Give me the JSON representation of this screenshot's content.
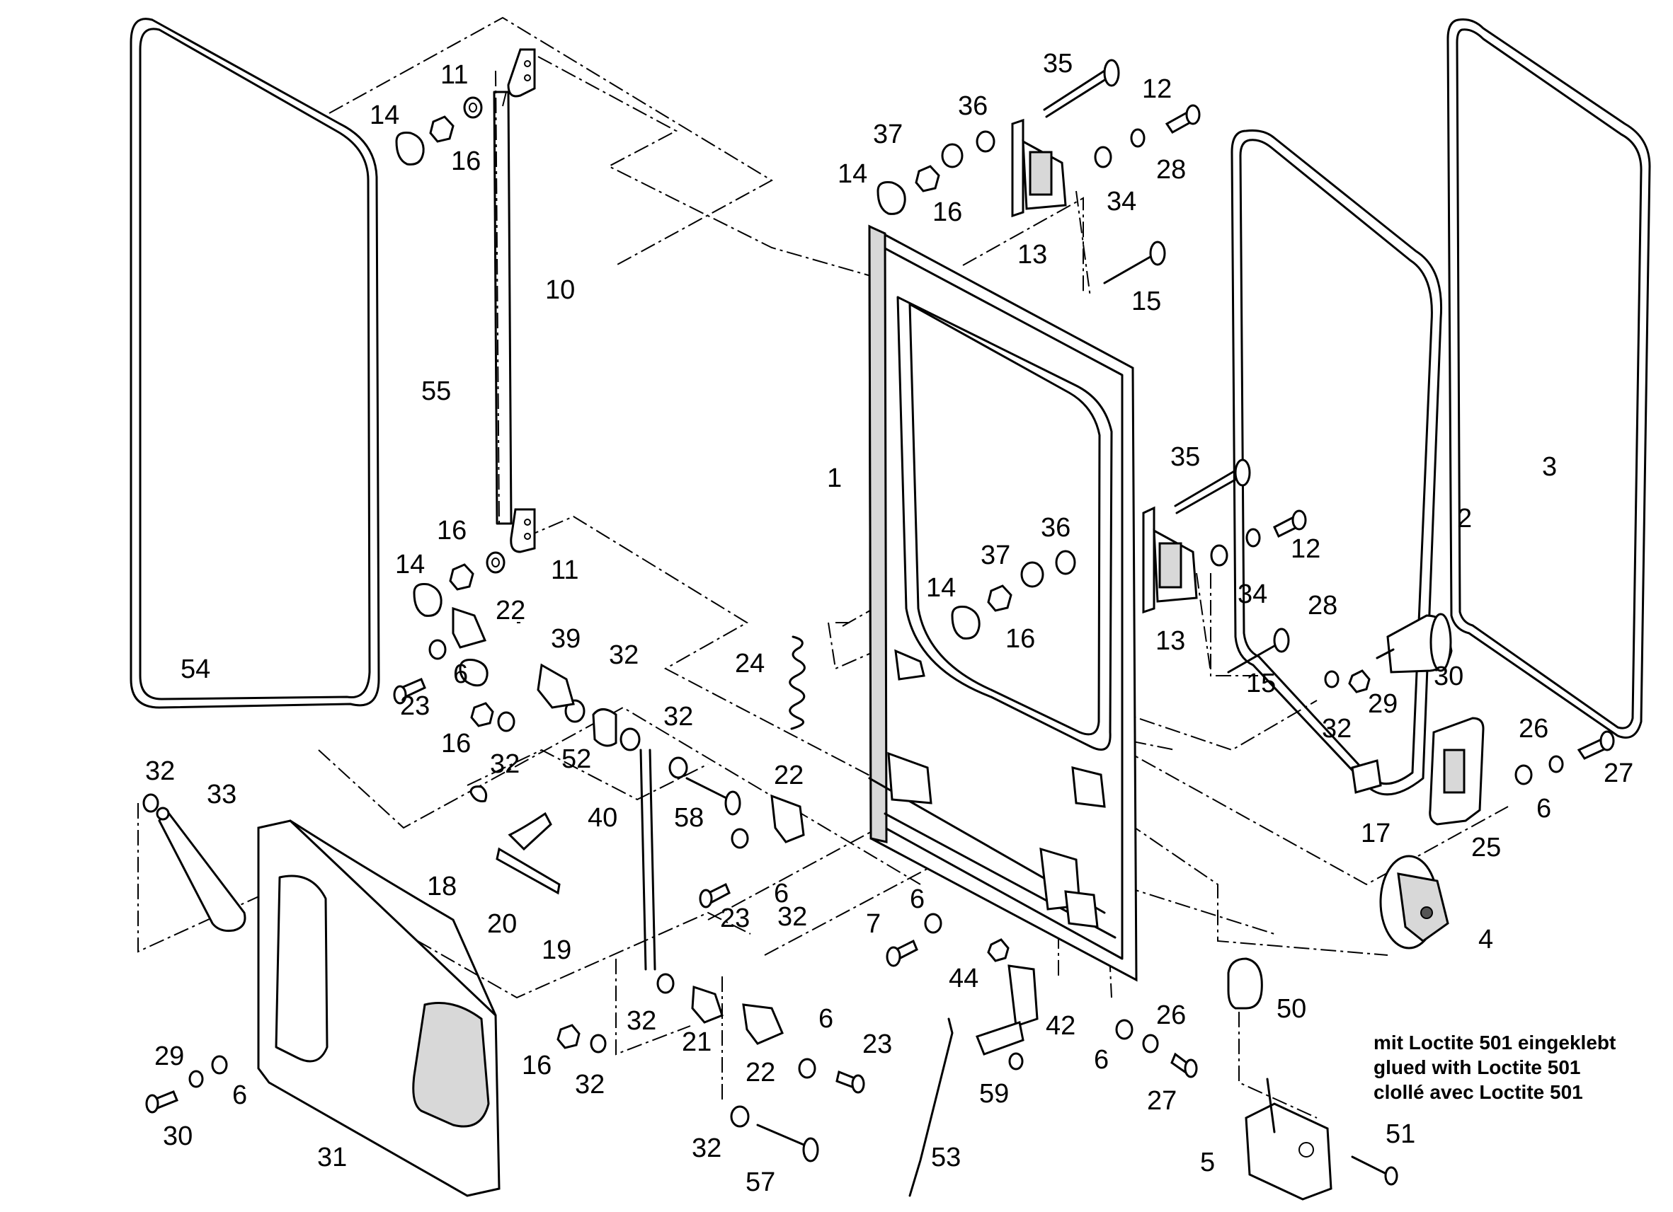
{
  "callouts": [
    {
      "id": "c1",
      "text": "1"
    },
    {
      "id": "c2",
      "text": "2"
    },
    {
      "id": "c3",
      "text": "3"
    },
    {
      "id": "c4",
      "text": "4"
    },
    {
      "id": "c5",
      "text": "5"
    },
    {
      "id": "c6a",
      "text": "6"
    },
    {
      "id": "c6b",
      "text": "6"
    },
    {
      "id": "c6c",
      "text": "6"
    },
    {
      "id": "c6d",
      "text": "6"
    },
    {
      "id": "c6e",
      "text": "6"
    },
    {
      "id": "c6f",
      "text": "6"
    },
    {
      "id": "c6g",
      "text": "6"
    },
    {
      "id": "c7",
      "text": "7"
    },
    {
      "id": "c10",
      "text": "10"
    },
    {
      "id": "c11a",
      "text": "11"
    },
    {
      "id": "c11b",
      "text": "11"
    },
    {
      "id": "c12a",
      "text": "12"
    },
    {
      "id": "c12b",
      "text": "12"
    },
    {
      "id": "c13a",
      "text": "13"
    },
    {
      "id": "c13b",
      "text": "13"
    },
    {
      "id": "c14a",
      "text": "14"
    },
    {
      "id": "c14b",
      "text": "14"
    },
    {
      "id": "c14c",
      "text": "14"
    },
    {
      "id": "c14d",
      "text": "14"
    },
    {
      "id": "c15a",
      "text": "15"
    },
    {
      "id": "c15b",
      "text": "15"
    },
    {
      "id": "c16a",
      "text": "16"
    },
    {
      "id": "c16b",
      "text": "16"
    },
    {
      "id": "c16c",
      "text": "16"
    },
    {
      "id": "c16d",
      "text": "16"
    },
    {
      "id": "c16e",
      "text": "16"
    },
    {
      "id": "c16f",
      "text": "16"
    },
    {
      "id": "c17",
      "text": "17"
    },
    {
      "id": "c18",
      "text": "18"
    },
    {
      "id": "c19",
      "text": "19"
    },
    {
      "id": "c20",
      "text": "20"
    },
    {
      "id": "c21",
      "text": "21"
    },
    {
      "id": "c22a",
      "text": "22"
    },
    {
      "id": "c22b",
      "text": "22"
    },
    {
      "id": "c22c",
      "text": "22"
    },
    {
      "id": "c23a",
      "text": "23"
    },
    {
      "id": "c23b",
      "text": "23"
    },
    {
      "id": "c23c",
      "text": "23"
    },
    {
      "id": "c24",
      "text": "24"
    },
    {
      "id": "c25",
      "text": "25"
    },
    {
      "id": "c26a",
      "text": "26"
    },
    {
      "id": "c26b",
      "text": "26"
    },
    {
      "id": "c27a",
      "text": "27"
    },
    {
      "id": "c27b",
      "text": "27"
    },
    {
      "id": "c28a",
      "text": "28"
    },
    {
      "id": "c28b",
      "text": "28"
    },
    {
      "id": "c29a",
      "text": "29"
    },
    {
      "id": "c29b",
      "text": "29"
    },
    {
      "id": "c30a",
      "text": "30"
    },
    {
      "id": "c30b",
      "text": "30"
    },
    {
      "id": "c31",
      "text": "31"
    },
    {
      "id": "c32a",
      "text": "32"
    },
    {
      "id": "c32b",
      "text": "32"
    },
    {
      "id": "c32c",
      "text": "32"
    },
    {
      "id": "c32d",
      "text": "32"
    },
    {
      "id": "c32e",
      "text": "32"
    },
    {
      "id": "c32f",
      "text": "32"
    },
    {
      "id": "c32g",
      "text": "32"
    },
    {
      "id": "c32h",
      "text": "32"
    },
    {
      "id": "c32i",
      "text": "32"
    },
    {
      "id": "c33",
      "text": "33"
    },
    {
      "id": "c34a",
      "text": "34"
    },
    {
      "id": "c34b",
      "text": "34"
    },
    {
      "id": "c35a",
      "text": "35"
    },
    {
      "id": "c35b",
      "text": "35"
    },
    {
      "id": "c36a",
      "text": "36"
    },
    {
      "id": "c36b",
      "text": "36"
    },
    {
      "id": "c37a",
      "text": "37"
    },
    {
      "id": "c37b",
      "text": "37"
    },
    {
      "id": "c39",
      "text": "39"
    },
    {
      "id": "c40",
      "text": "40"
    },
    {
      "id": "c42",
      "text": "42"
    },
    {
      "id": "c44",
      "text": "44"
    },
    {
      "id": "c50",
      "text": "50"
    },
    {
      "id": "c51",
      "text": "51"
    },
    {
      "id": "c52",
      "text": "52"
    },
    {
      "id": "c53",
      "text": "53"
    },
    {
      "id": "c54",
      "text": "54"
    },
    {
      "id": "c55",
      "text": "55"
    },
    {
      "id": "c57",
      "text": "57"
    },
    {
      "id": "c58",
      "text": "58"
    },
    {
      "id": "c59",
      "text": "59"
    }
  ],
  "note": {
    "de": "mit Loctite 501 eingeklebt",
    "en": "glued with Loctite 501",
    "fr": "clollé avec Loctite 501"
  }
}
